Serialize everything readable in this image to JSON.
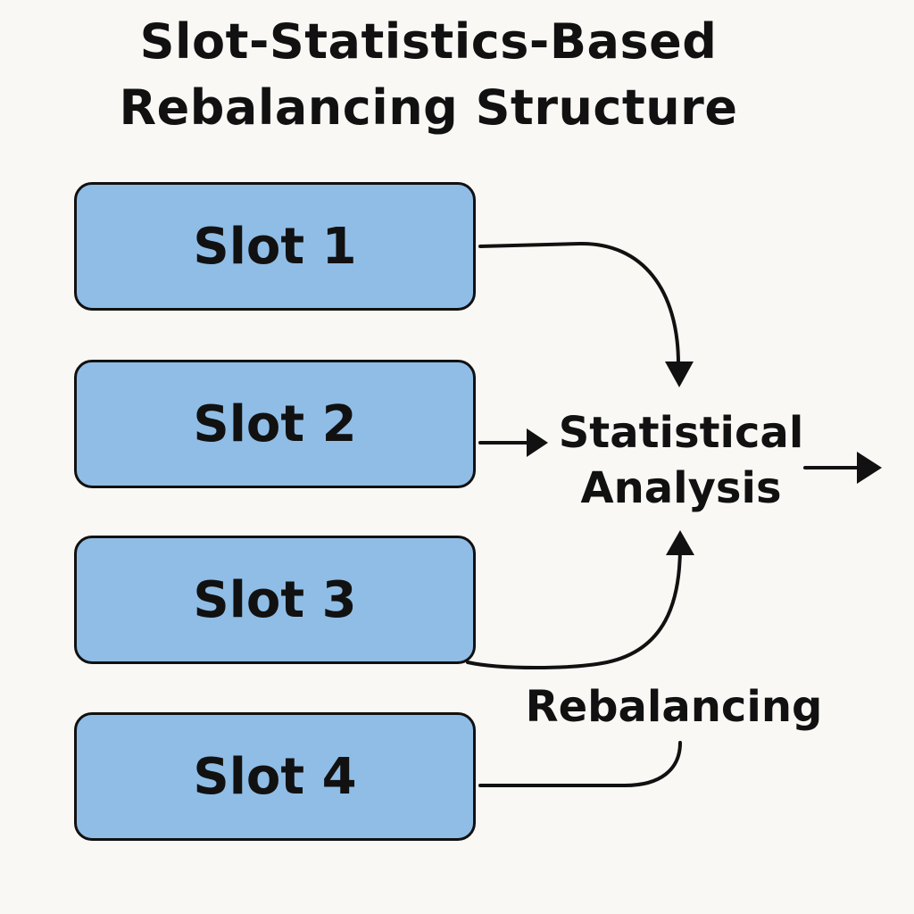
{
  "title": {
    "line1": "Slot-Statistics-Based",
    "line2": "Rebalancing Structure"
  },
  "slots": [
    {
      "label": "Slot 1"
    },
    {
      "label": "Slot 2"
    },
    {
      "label": "Slot 3"
    },
    {
      "label": "Slot 4"
    }
  ],
  "analysis": {
    "line1": "Statistical",
    "line2": "Analysis"
  },
  "rebalancing": {
    "label": "Rebalancing"
  },
  "colors": {
    "slot_fill": "#8fbde6",
    "stroke": "#111111",
    "background": "#f9f8f5"
  }
}
